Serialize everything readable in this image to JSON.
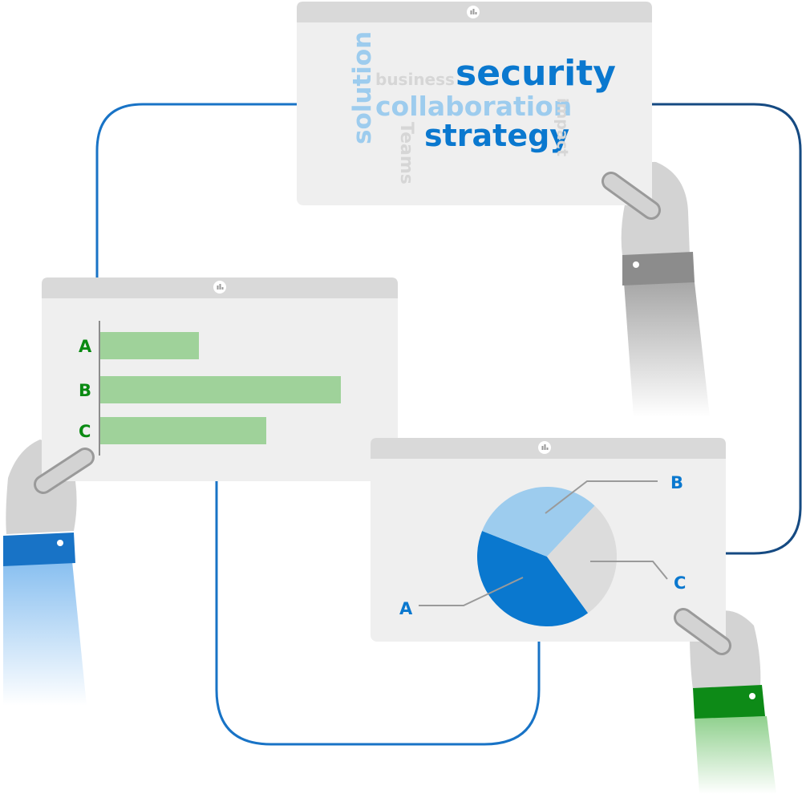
{
  "word_cloud": {
    "security": "security",
    "collaboration": "collaboration",
    "strategy": "strategy",
    "business": "business",
    "solution": "solution",
    "impact": "impact",
    "teams": "Teams"
  },
  "chart_data": [
    {
      "type": "bar",
      "categories": [
        "A",
        "B",
        "C"
      ],
      "values": [
        41,
        100,
        69
      ],
      "xlim": [
        0,
        100
      ]
    },
    {
      "type": "pie",
      "categories": [
        "A",
        "B",
        "C"
      ],
      "values": [
        41,
        31,
        28
      ]
    }
  ],
  "colors": {
    "blue": "#0a78cf",
    "light_blue": "#9dccee",
    "light_gray": "#dcdcdc",
    "green_label": "#0a8a12",
    "bar_green": "#9fd29a",
    "panel_bg": "#efefef",
    "panel_header": "#d9d9d9",
    "connector_left": "#1873c6",
    "connector_right": "#154a82",
    "skin": "#d3d3d3",
    "cuff_gray": "#8c8c8c",
    "cuff_blue": "#1873c6",
    "cuff_green": "#0d8a17"
  }
}
